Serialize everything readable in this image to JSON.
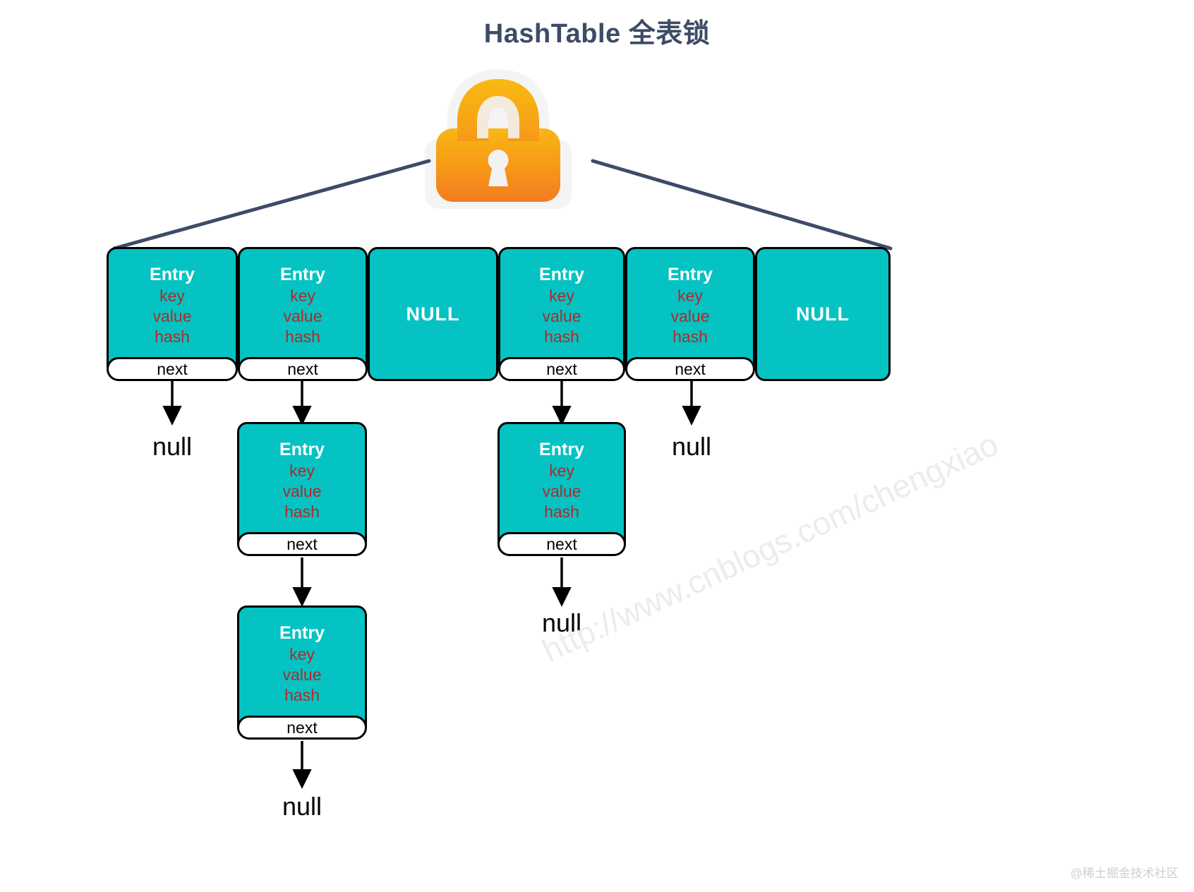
{
  "page": {
    "title": "HashTable 全表锁",
    "background": "#ffffff",
    "title_color": "#3d4b66",
    "accent_teal": "#05C3C3",
    "field_red": "#B02A2A",
    "line_navy": "#3d4b66"
  },
  "lock": {
    "icon": "padlock-icon",
    "gradient_top": "#F8B218",
    "gradient_bottom": "#F47E20",
    "outline": "#F2F2F2"
  },
  "labels": {
    "entry": "Entry",
    "key": "key",
    "value": "value",
    "hash": "hash",
    "null_cell": "NULL",
    "next": "next",
    "null_text": "null"
  },
  "bucket_array": {
    "cells": [
      {
        "index": 0,
        "kind": "entry",
        "title": "Entry",
        "fields": [
          "key",
          "value",
          "hash"
        ],
        "next_label": "next"
      },
      {
        "index": 1,
        "kind": "entry",
        "title": "Entry",
        "fields": [
          "key",
          "value",
          "hash"
        ],
        "next_label": "next"
      },
      {
        "index": 2,
        "kind": "null",
        "title": "NULL"
      },
      {
        "index": 3,
        "kind": "entry",
        "title": "Entry",
        "fields": [
          "key",
          "value",
          "hash"
        ],
        "next_label": "next"
      },
      {
        "index": 4,
        "kind": "entry",
        "title": "Entry",
        "fields": [
          "key",
          "value",
          "hash"
        ],
        "next_label": "next"
      },
      {
        "index": 5,
        "kind": "null",
        "title": "NULL"
      }
    ]
  },
  "chains": {
    "bucket0": {
      "terminator": "null"
    },
    "bucket1": {
      "nodes": [
        {
          "title": "Entry",
          "fields": [
            "key",
            "value",
            "hash"
          ],
          "next_label": "next"
        },
        {
          "title": "Entry",
          "fields": [
            "key",
            "value",
            "hash"
          ],
          "next_label": "next"
        }
      ],
      "terminator": "null"
    },
    "bucket3": {
      "nodes": [
        {
          "title": "Entry",
          "fields": [
            "key",
            "value",
            "hash"
          ],
          "next_label": "next"
        }
      ],
      "terminator": "null"
    },
    "bucket4": {
      "terminator": "null"
    }
  },
  "watermark": {
    "url": "http://www.cnblogs.com/chengxiao",
    "credit": "@稀土掘金技术社区"
  }
}
